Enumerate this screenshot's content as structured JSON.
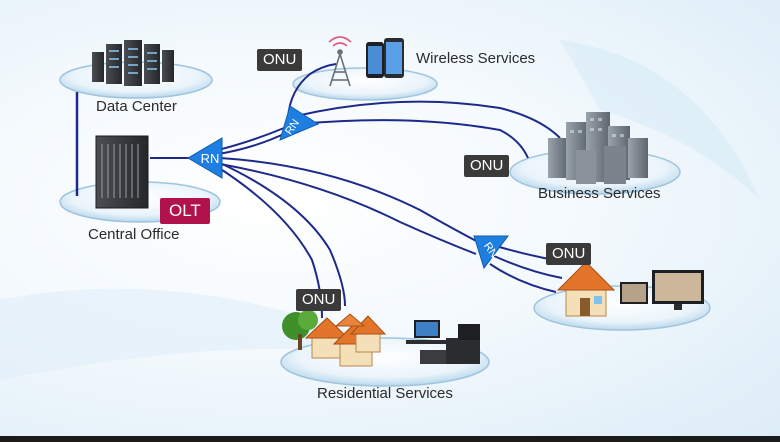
{
  "labels": {
    "data_center": "Data Center",
    "central_office": "Central Office",
    "wireless_services": "Wireless Services",
    "business_services": "Business Services",
    "residential_services": "Residential Services"
  },
  "tags": {
    "olt": "OLT",
    "onu_wireless": "ONU",
    "onu_business": "ONU",
    "onu_residential": "ONU",
    "onu_home": "ONU"
  },
  "nodes": {
    "rn_main": "RN",
    "rn_upper": "RN",
    "rn_right": "RN"
  },
  "colors": {
    "fiber": "#1e2a8a",
    "rn_triangle": "#1f7fe0",
    "olt_tag": "#b0124a",
    "onu_tag": "#3a3a3a"
  }
}
